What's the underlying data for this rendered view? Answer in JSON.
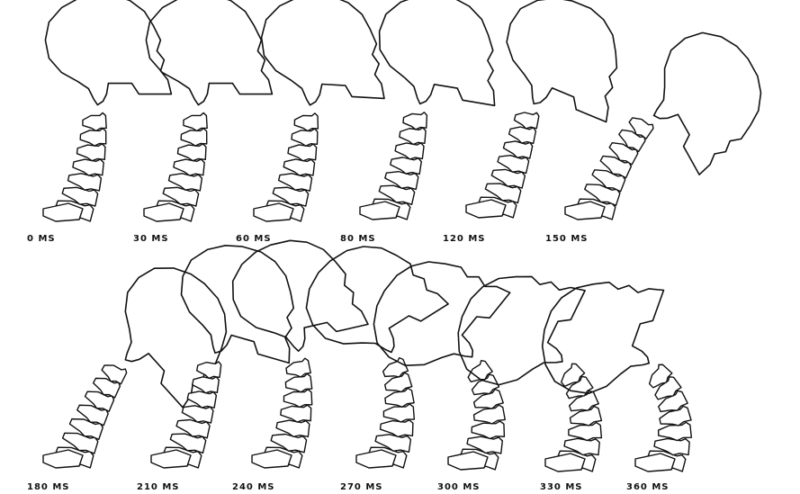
{
  "frames": [
    {
      "label": "0 MS",
      "angle": 0
    },
    {
      "label": "30 MS",
      "angle": 0
    },
    {
      "label": "60 MS",
      "angle": 2
    },
    {
      "label": "80 MS",
      "angle": 6
    },
    {
      "label": "120 MS",
      "angle": 14
    },
    {
      "label": "150 MS",
      "angle": 38
    },
    {
      "label": "180 MS",
      "angle": 30
    },
    {
      "label": "210 MS",
      "angle": 10
    },
    {
      "label": "240 MS",
      "angle": -8
    },
    {
      "label": "270 MS",
      "angle": -20
    },
    {
      "label": "300 MS",
      "angle": -32
    },
    {
      "label": "330 MS",
      "angle": -40
    },
    {
      "label": "360 MS",
      "angle": -44
    }
  ]
}
